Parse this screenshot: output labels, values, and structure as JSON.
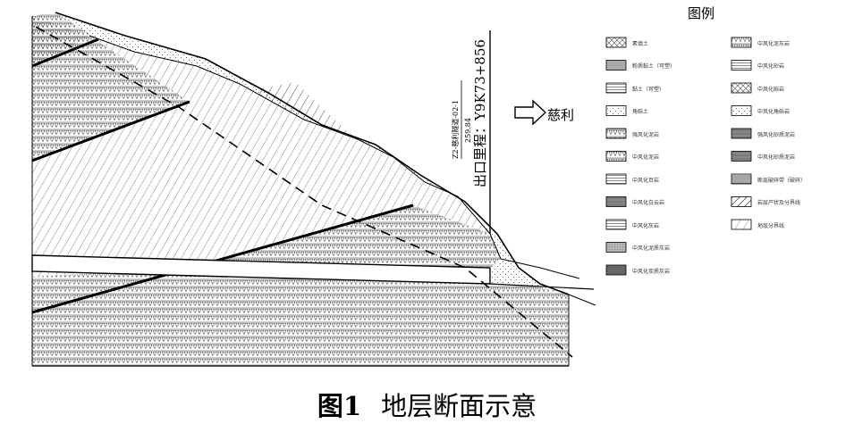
{
  "section_label": {
    "tunnel_line": "Z2-慈利隧道-02-1",
    "elevation": "259.84",
    "exit_mileage": "出口里程：Y9K73+856"
  },
  "direction_label": "慈利",
  "legend": {
    "title": "图例",
    "left_column": [
      {
        "label": "素填土",
        "pattern": "pat-fill"
      },
      {
        "label": "粉质黏土（可塑）",
        "pattern": "pat-gray"
      },
      {
        "label": "黏土（可塑）",
        "pattern": "pat-hlines"
      },
      {
        "label": "角砾土",
        "pattern": "pat-dots"
      },
      {
        "label": "强风化泥岩",
        "pattern": "pat-tri"
      },
      {
        "label": "中风化泥岩",
        "pattern": "pat-tri"
      },
      {
        "label": "中风化页岩",
        "pattern": "pat-hlines"
      },
      {
        "label": "中风化白云岩",
        "pattern": "pat-dark"
      },
      {
        "label": "中风化灰岩",
        "pattern": "pat-hlines"
      },
      {
        "label": "中风化泥质灰岩",
        "pattern": "pat-grid"
      },
      {
        "label": "中风化炭质灰岩",
        "pattern": "pat-black"
      }
    ],
    "right_column": [
      {
        "label": "中风化泥灰岩",
        "pattern": "pat-tri"
      },
      {
        "label": "中风化砂岩",
        "pattern": "pat-hlines"
      },
      {
        "label": "中风化砾岩",
        "pattern": "pat-fill"
      },
      {
        "label": "中风化角砾岩",
        "pattern": "pat-dots"
      },
      {
        "label": "强风化砂质泥岩",
        "pattern": "pat-dark"
      },
      {
        "label": "中风化砂质泥岩",
        "pattern": "pat-dark"
      },
      {
        "label": "断层破碎带（破碎）",
        "pattern": "pat-fault"
      },
      {
        "label": "岩层产状及分界线",
        "pattern": "pat-strike"
      },
      {
        "label": "地层分界线",
        "pattern": "pat-diag"
      }
    ]
  },
  "caption": {
    "figure_number": "图1",
    "title": "地层断面示意"
  }
}
